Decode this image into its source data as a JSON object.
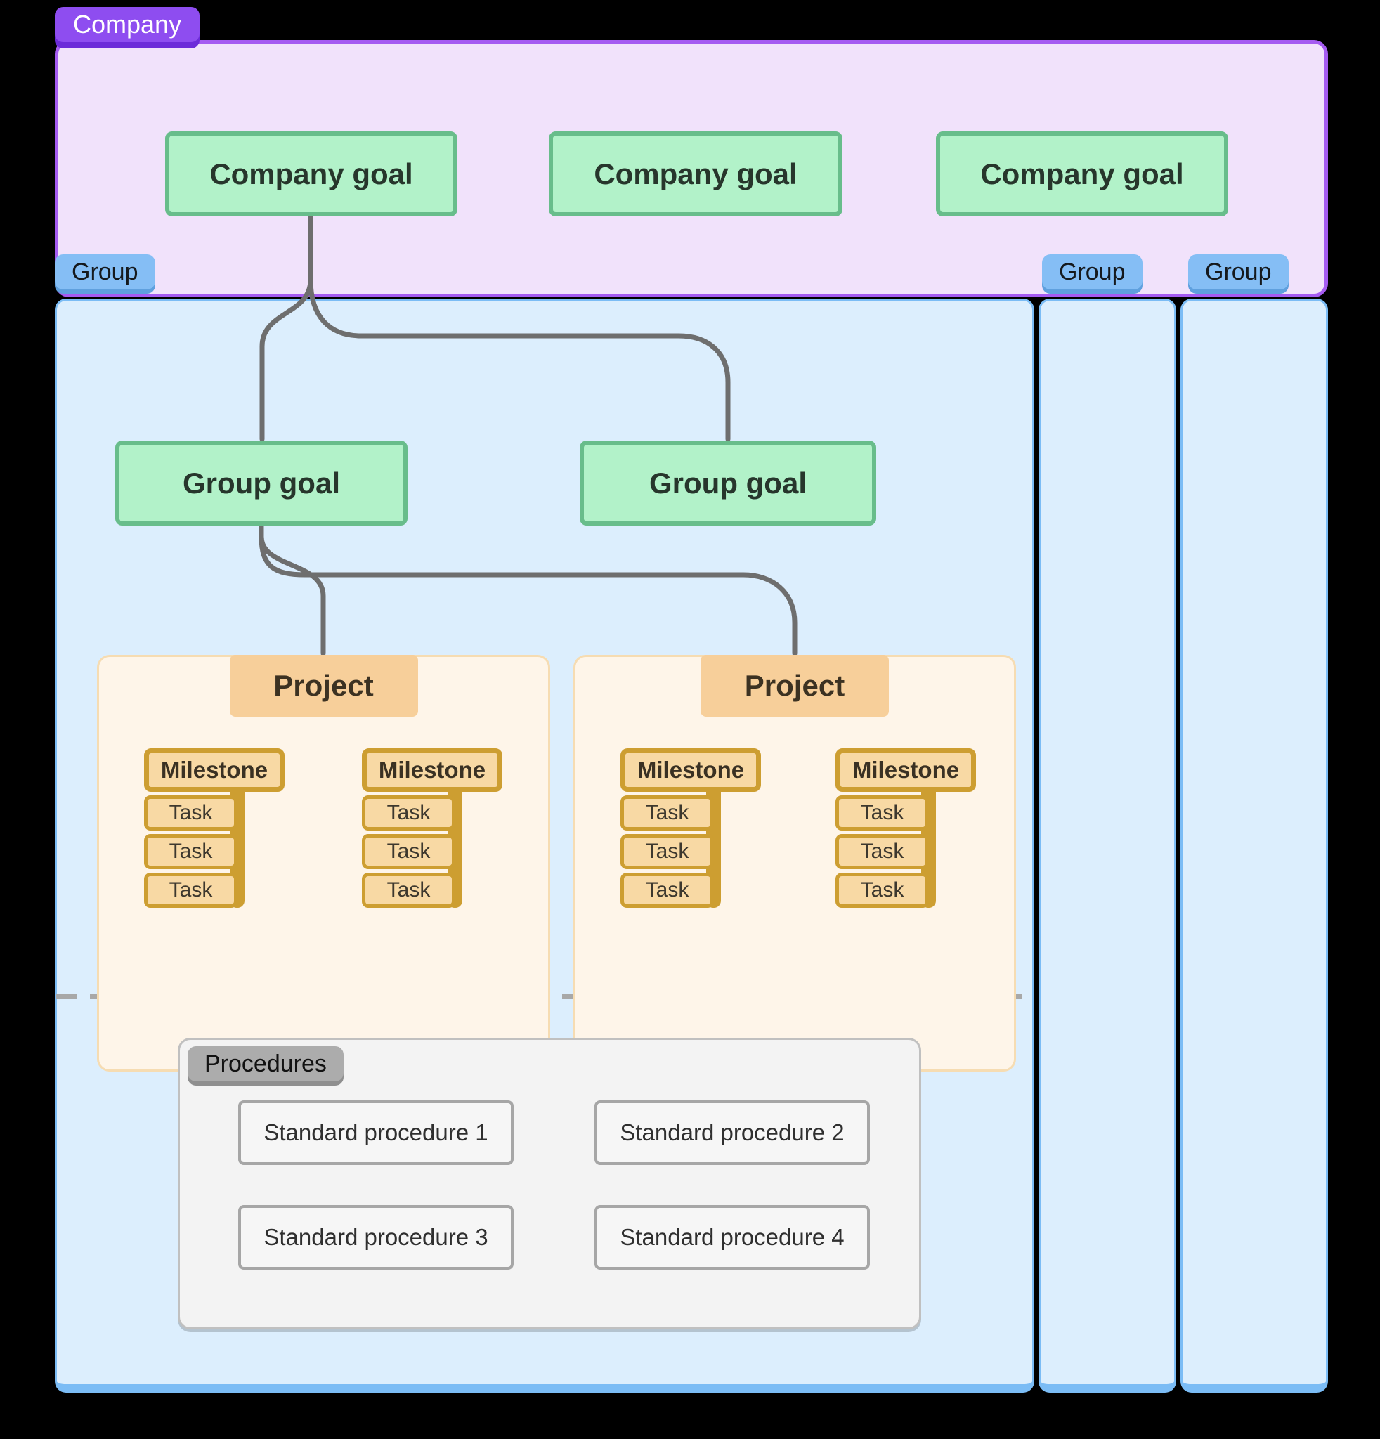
{
  "company": {
    "label": "Company",
    "goals": [
      "Company goal",
      "Company goal",
      "Company goal"
    ]
  },
  "groups": {
    "badges": [
      "Group",
      "Group",
      "Group"
    ],
    "goals": [
      "Group goal",
      "Group goal"
    ]
  },
  "projects": {
    "labels": [
      "Project",
      "Project"
    ],
    "milestone_label": "Milestone",
    "task_label": "Task"
  },
  "procedures": {
    "label": "Procedures",
    "items": [
      "Standard procedure 1",
      "Standard procedure 2",
      "Standard procedure 3",
      "Standard procedure 4"
    ]
  },
  "colors": {
    "company-badge": "#8E4DF0",
    "company-badge-shadow": "#6C2BD9",
    "company-fill": "#F1E2FB",
    "company-border": "#A55BF1",
    "group-badge": "#85BEF5",
    "group-badge-shadow": "#5FA0DE",
    "group-fill": "#DCEEFD",
    "group-border": "#7BBCF5",
    "goal-fill": "#B2F2C9",
    "goal-border": "#68BD8B",
    "goal-text": "#27362C",
    "project-fill": "#FEF5E9",
    "project-border": "#F6DCB2",
    "project-header": "#F7CF9A",
    "milestone-fill": "#F8D9A4",
    "milestone-border": "#CD9E31",
    "connector": "#6E6E6E",
    "separator": "#A8A8A8",
    "procedures-fill": "#F3F3F3",
    "procedures-border": "#C0C0C0",
    "procedures-badge": "#ACACAC",
    "procedures-badge-shadow": "#8F8F8F",
    "procedure-border": "#A6A6A6"
  }
}
